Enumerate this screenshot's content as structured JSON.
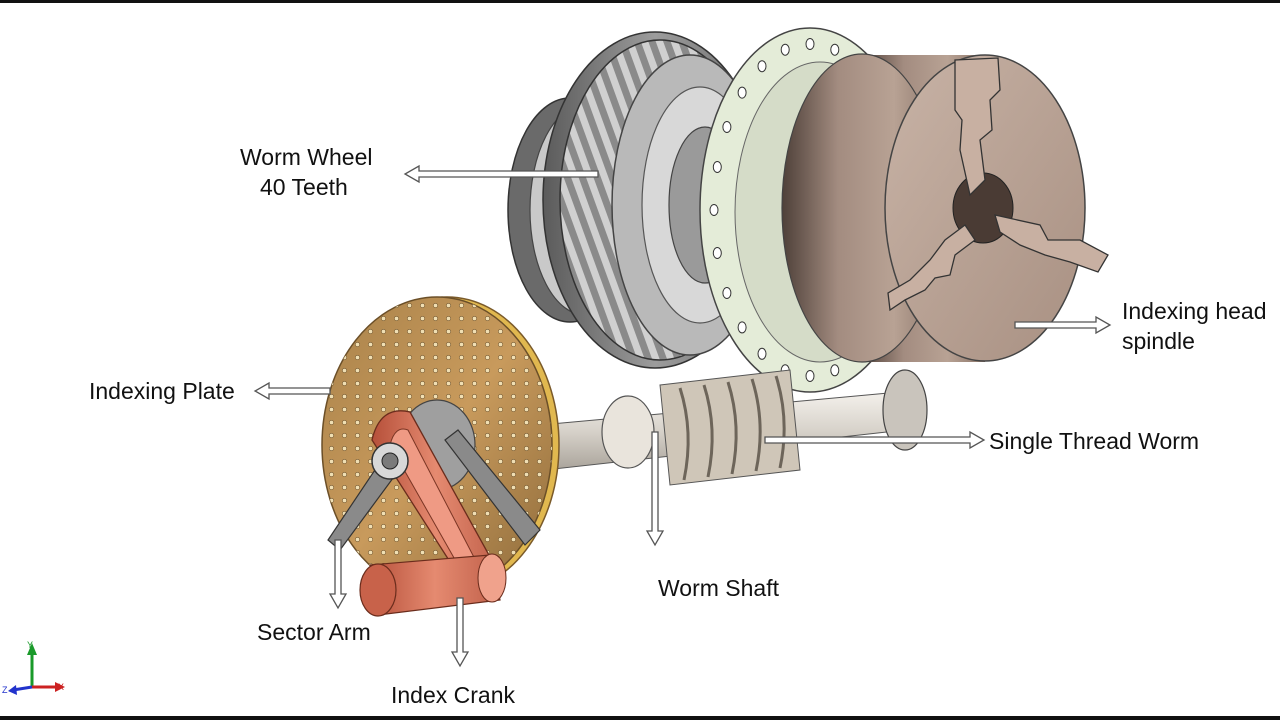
{
  "labels": {
    "worm_wheel_line1": "Worm Wheel",
    "worm_wheel_line2": "40 Teeth",
    "indexing_head_line1": "Indexing head",
    "indexing_head_line2": "spindle",
    "indexing_plate": "Indexing Plate",
    "single_thread_worm": "Single Thread Worm",
    "worm_shaft": "Worm Shaft",
    "sector_arm": "Sector Arm",
    "index_crank": "Index Crank"
  },
  "axis_triad": {
    "y": "Y",
    "z": "Z",
    "x": "X"
  },
  "colors": {
    "indexing_plate": "#c89a5c",
    "index_crank": "#e07a5f",
    "chuck": "#b49c8e",
    "flange": "#e4ecd8",
    "gear": "#8e8e8e",
    "worm": "#d4cbbf"
  }
}
